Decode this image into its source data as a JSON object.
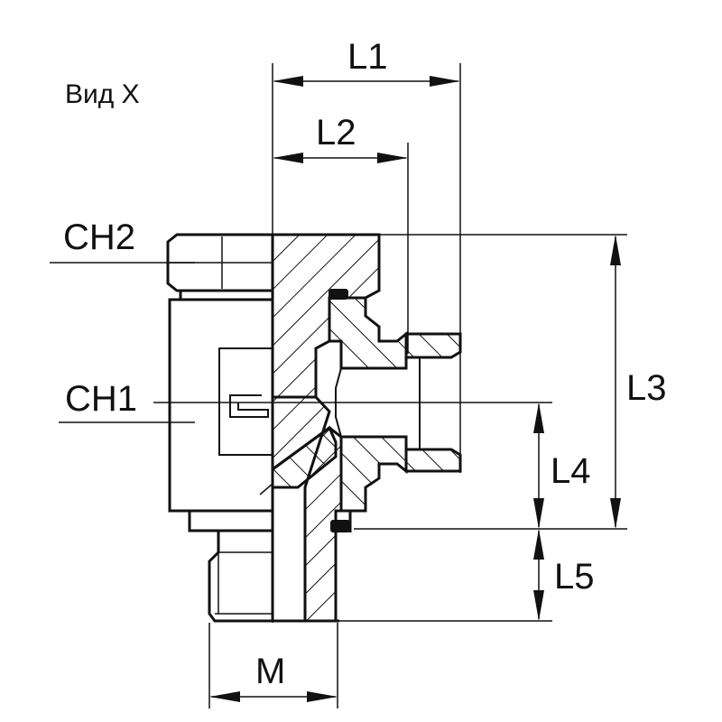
{
  "view_label": "Вид X",
  "dimensions": {
    "l1": "L1",
    "l2": "L2",
    "l3": "L3",
    "l4": "L4",
    "l5": "L5",
    "m": "M"
  },
  "callouts": {
    "ch2": "CH2",
    "ch1": "CH1"
  }
}
